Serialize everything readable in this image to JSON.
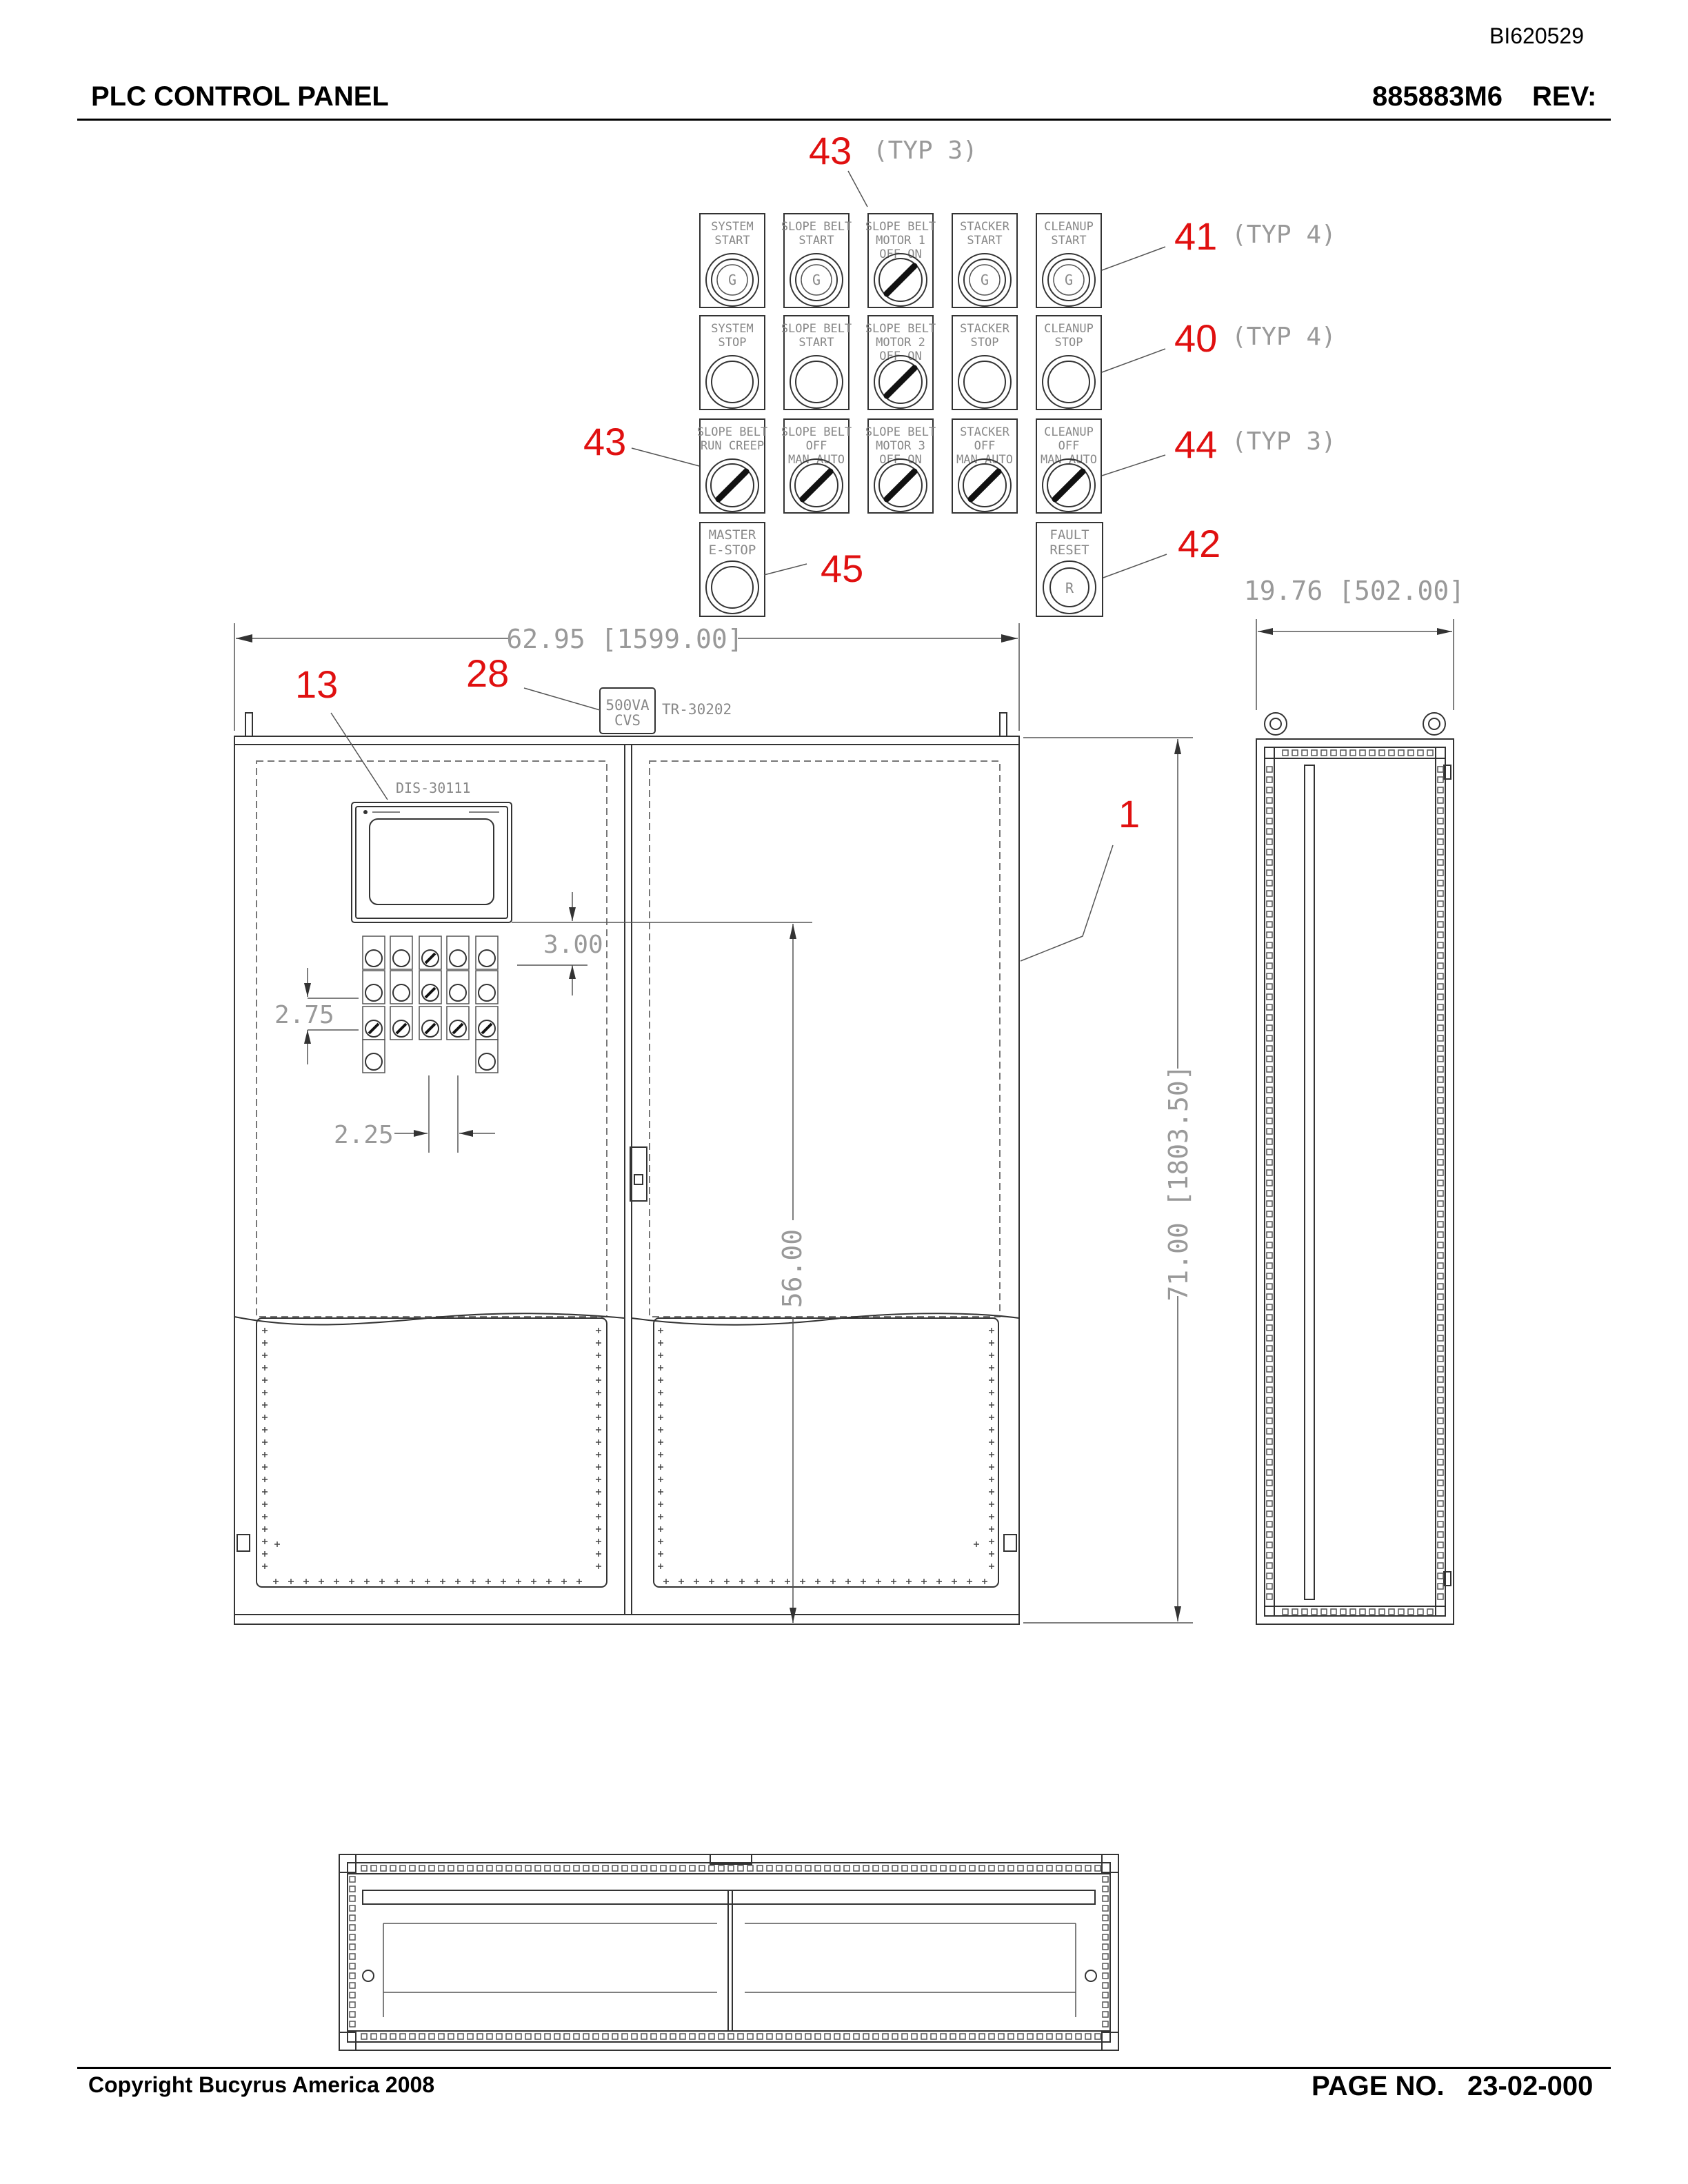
{
  "header": {
    "doc_id": "BI620529",
    "title": "PLC CONTROL PANEL",
    "part_no": "885883M6",
    "rev_label": "REV:"
  },
  "footer": {
    "copyright": "Copyright Bucyrus America 2008",
    "page_label": "PAGE NO.",
    "page_no": "23-02-000"
  },
  "callouts": {
    "c43_top": "43",
    "c43_top_note": "(TYP 3)",
    "c41": "41",
    "c41_note": "(TYP 4)",
    "c40": "40",
    "c40_note": "(TYP 4)",
    "c43_left": "43",
    "c44": "44",
    "c44_note": "(TYP 3)",
    "c45": "45",
    "c42": "42",
    "c13": "13",
    "c28": "28",
    "c1": "1"
  },
  "operators": {
    "row1": [
      {
        "l1": "SYSTEM",
        "l2": "START",
        "l3": "",
        "kind": "pb",
        "cap": "G"
      },
      {
        "l1": "SLOPE BELT",
        "l2": "START",
        "l3": "",
        "kind": "pb",
        "cap": "G"
      },
      {
        "l1": "SLOPE BELT",
        "l2": "MOTOR 1",
        "l3": "OFF    ON",
        "kind": "sel",
        "cap": ""
      },
      {
        "l1": "STACKER",
        "l2": "START",
        "l3": "",
        "kind": "pb",
        "cap": "G"
      },
      {
        "l1": "CLEANUP",
        "l2": "START",
        "l3": "",
        "kind": "pb",
        "cap": "G"
      }
    ],
    "row2": [
      {
        "l1": "SYSTEM",
        "l2": "STOP",
        "l3": "",
        "kind": "pb",
        "cap": ""
      },
      {
        "l1": "SLOPE BELT",
        "l2": "START",
        "l3": "",
        "kind": "pb",
        "cap": ""
      },
      {
        "l1": "SLOPE BELT",
        "l2": "MOTOR 2",
        "l3": "OFF    ON",
        "kind": "sel",
        "cap": ""
      },
      {
        "l1": "STACKER",
        "l2": "STOP",
        "l3": "",
        "kind": "pb",
        "cap": ""
      },
      {
        "l1": "CLEANUP",
        "l2": "STOP",
        "l3": "",
        "kind": "pb",
        "cap": ""
      }
    ],
    "row3": [
      {
        "l1": "SLOPE BELT",
        "l2": "RUN  CREEP",
        "l3": "",
        "kind": "sel",
        "cap": ""
      },
      {
        "l1": "SLOPE BELT",
        "l2": "OFF",
        "l3": "MAN   AUTO",
        "kind": "sel",
        "cap": ""
      },
      {
        "l1": "SLOPE BELT",
        "l2": "MOTOR 3",
        "l3": "OFF    ON",
        "kind": "sel",
        "cap": ""
      },
      {
        "l1": "STACKER",
        "l2": "OFF",
        "l3": "MAN   AUTO",
        "kind": "sel",
        "cap": ""
      },
      {
        "l1": "CLEANUP",
        "l2": "OFF",
        "l3": "MAN   AUTO",
        "kind": "sel",
        "cap": ""
      }
    ],
    "master": {
      "l1": "MASTER",
      "l2": "E-STOP"
    },
    "fault": {
      "l1": "FAULT",
      "l2": "RESET",
      "cap": "R"
    }
  },
  "dims": {
    "overall_width": "62.95 [1599.00]",
    "depth": "19.76 [502.00]",
    "height": "71.00 [1803.50]",
    "hmi_height": "56.00",
    "gap_300": "3.00",
    "row_275": "2.75",
    "col_225": "2.25"
  },
  "tags": {
    "cvs_1": "500VA",
    "cvs_2": "CVS",
    "transformer": "TR-30202",
    "hmi": "DIS-30111"
  }
}
